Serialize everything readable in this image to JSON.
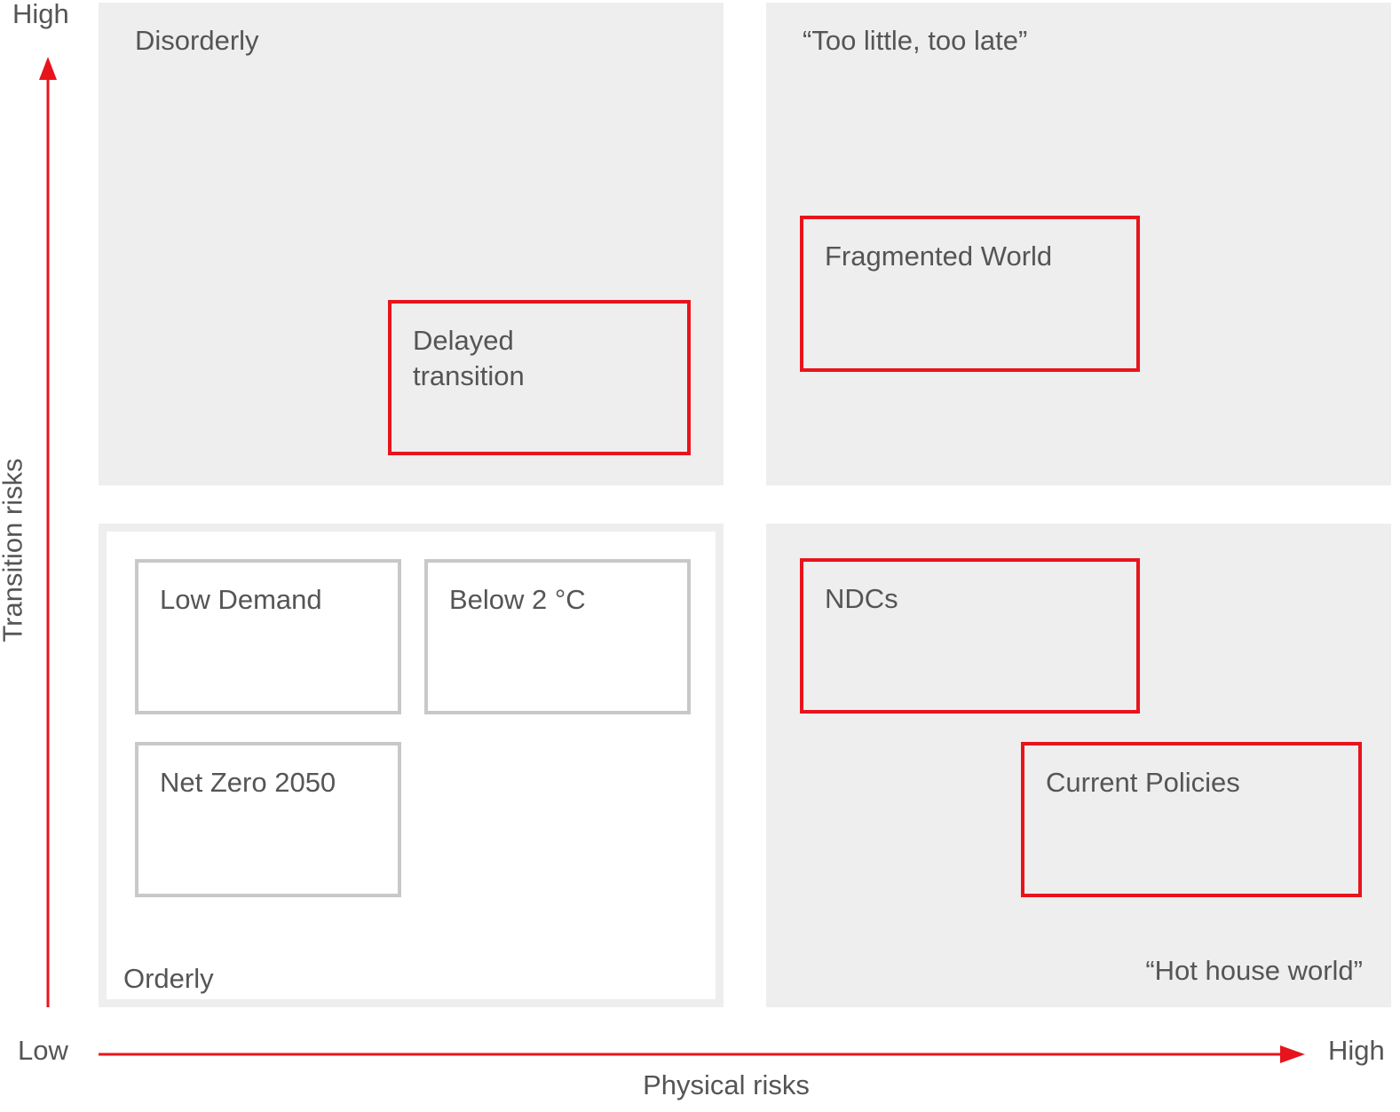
{
  "axes": {
    "y_high": "High",
    "y_label": "Transition risks",
    "x_low": "Low",
    "x_high": "High",
    "x_label": "Physical risks",
    "arrow_color": "#e8141c"
  },
  "quadrants": {
    "disorderly": {
      "label": "Disorderly"
    },
    "too_little": {
      "label": "“Too little, too late”"
    },
    "orderly": {
      "label": "Orderly"
    },
    "hot_house": {
      "label": "“Hot house world”"
    }
  },
  "scenarios": {
    "delayed_transition": "Delayed\ntransition",
    "fragmented_world": "Fragmented World",
    "low_demand": "Low Demand",
    "below_2c": "Below 2 °C",
    "net_zero_2050": "Net Zero 2050",
    "ndcs": "NDCs",
    "current_policies": "Current Policies"
  },
  "colors": {
    "highlight": "#e8141c",
    "neutral_border": "#c8c8c8",
    "quadrant_fill": "#eeeeee",
    "text": "#555555"
  }
}
